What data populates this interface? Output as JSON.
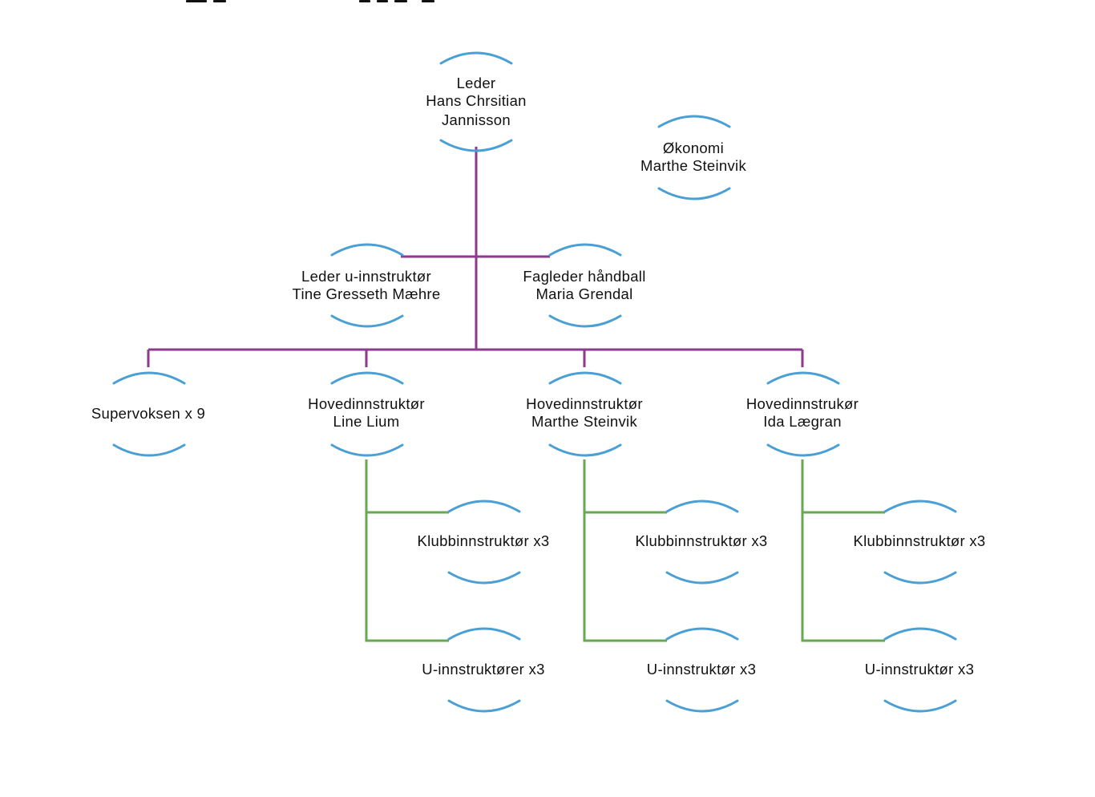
{
  "nodes": {
    "leder": {
      "line1": "Leder",
      "line2": "Hans Chrsitian",
      "line3": "Jannisson"
    },
    "okonomi": {
      "line1": "Økonomi",
      "line2": "Marthe Steinvik"
    },
    "leder_u": {
      "line1": "Leder u-innstruktør",
      "line2": "Tine Gresseth Mæhre"
    },
    "fagleder": {
      "line1": "Fagleder håndball",
      "line2": "Maria Grendal"
    },
    "supervoksen": {
      "line1": "Supervoksen x 9"
    },
    "hoved_line": {
      "line1": "Hovedinnstruktør",
      "line2": "Line Lium"
    },
    "hoved_marthe": {
      "line1": "Hovedinnstruktør",
      "line2": "Marthe Steinvik"
    },
    "hoved_ida": {
      "line1": "Hovedinnstrukør",
      "line2": "Ida Lægran"
    },
    "klubb_1": {
      "line1": "Klubbinnstruktør x3"
    },
    "klubb_2": {
      "line1": "Klubbinnstruktør x3"
    },
    "klubb_3": {
      "line1": "Klubbinnstruktør x3"
    },
    "u_1": {
      "line1": "U-innstruktører x3"
    },
    "u_2": {
      "line1": "U-innstruktør x3"
    },
    "u_3": {
      "line1": "U-innstruktør x3"
    }
  },
  "colors": {
    "node_arc": "#4a9fd4",
    "management_connector": "#8e3a8e",
    "instructor_connector": "#6aa84f",
    "text": "#111111"
  }
}
